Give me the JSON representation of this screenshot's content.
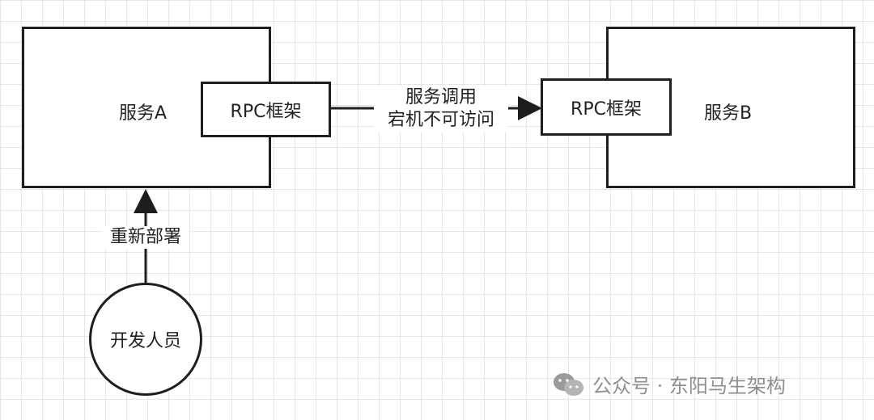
{
  "nodes": {
    "service_a": {
      "label": "服务A",
      "rpc_label": "RPC框架"
    },
    "service_b": {
      "label": "服务B",
      "rpc_label": "RPC框架"
    },
    "developer": {
      "label": "开发人员"
    }
  },
  "edges": {
    "a_to_b": {
      "line1": "服务调用",
      "line2": "宕机不可访问"
    },
    "dev_to_a": {
      "label": "重新部署"
    }
  },
  "watermark": {
    "text": "公众号 · 东阳马生架构",
    "icon": "wechat-icon"
  },
  "colors": {
    "stroke": "#1e1e1e",
    "grid": "#e6e6e6",
    "watermark": "#8f8f8f"
  }
}
